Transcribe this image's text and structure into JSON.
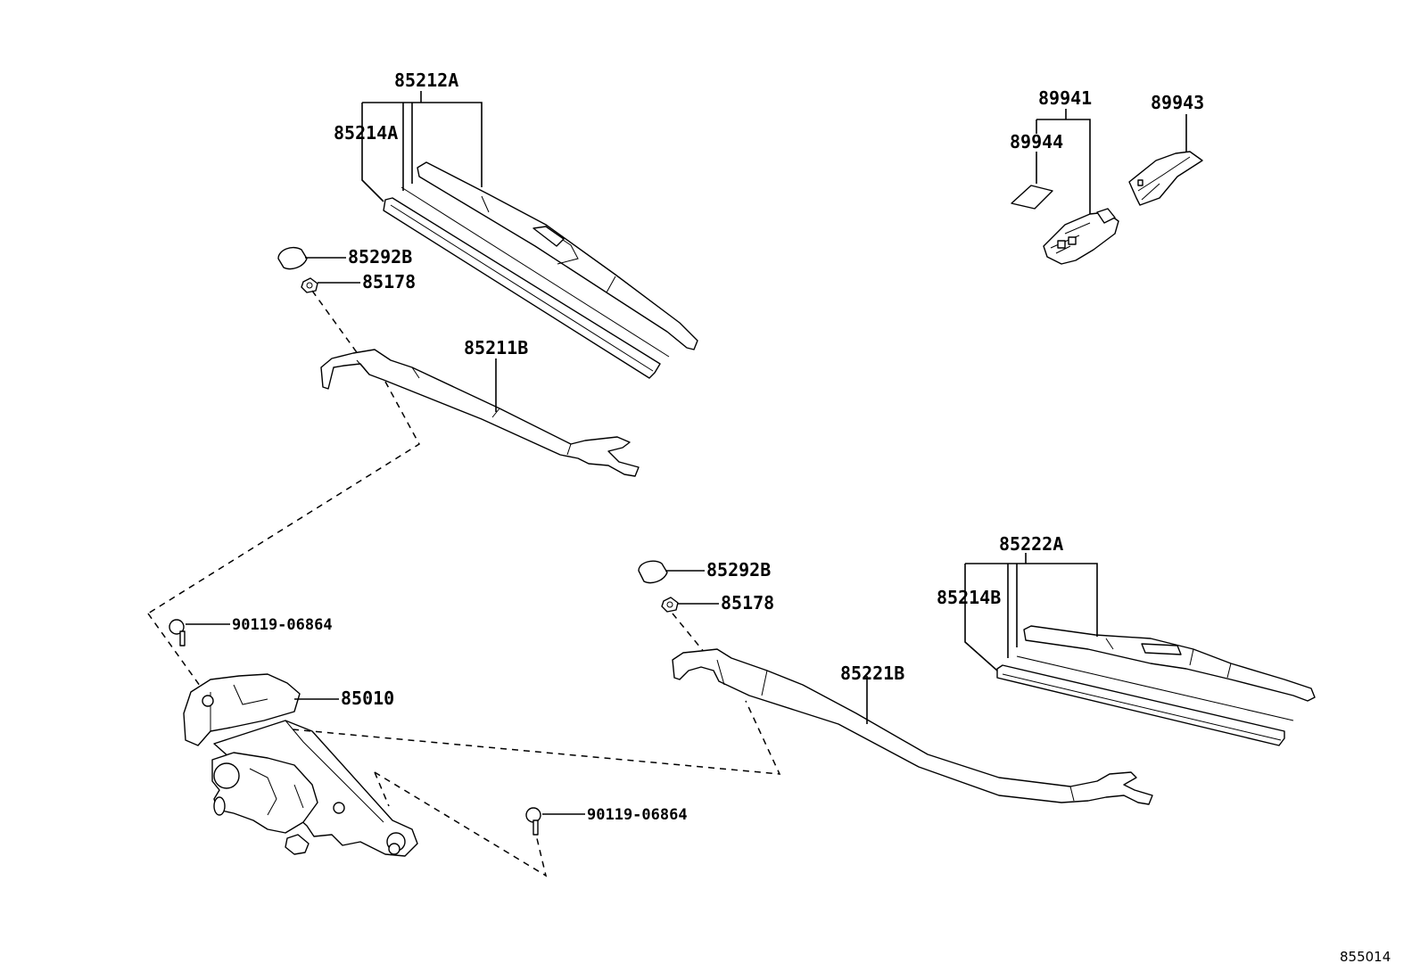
{
  "labels": {
    "blade_lh_assy": "85212A",
    "blade_lh_rubber": "85214A",
    "cap_lh": "85292B",
    "nut_lh": "85178",
    "arm_lh": "85211B",
    "bolt_upper": "90119-06864",
    "motor_link": "85010",
    "bolt_lower": "90119-06864",
    "cap_rh": "85292B",
    "nut_rh": "85178",
    "arm_rh": "85221B",
    "blade_rh_assy": "85222A",
    "blade_rh_rubber": "85214B",
    "sensor_assy": "89941",
    "sensor_pad": "89944",
    "sensor_cover": "89943"
  },
  "reference": "855014"
}
